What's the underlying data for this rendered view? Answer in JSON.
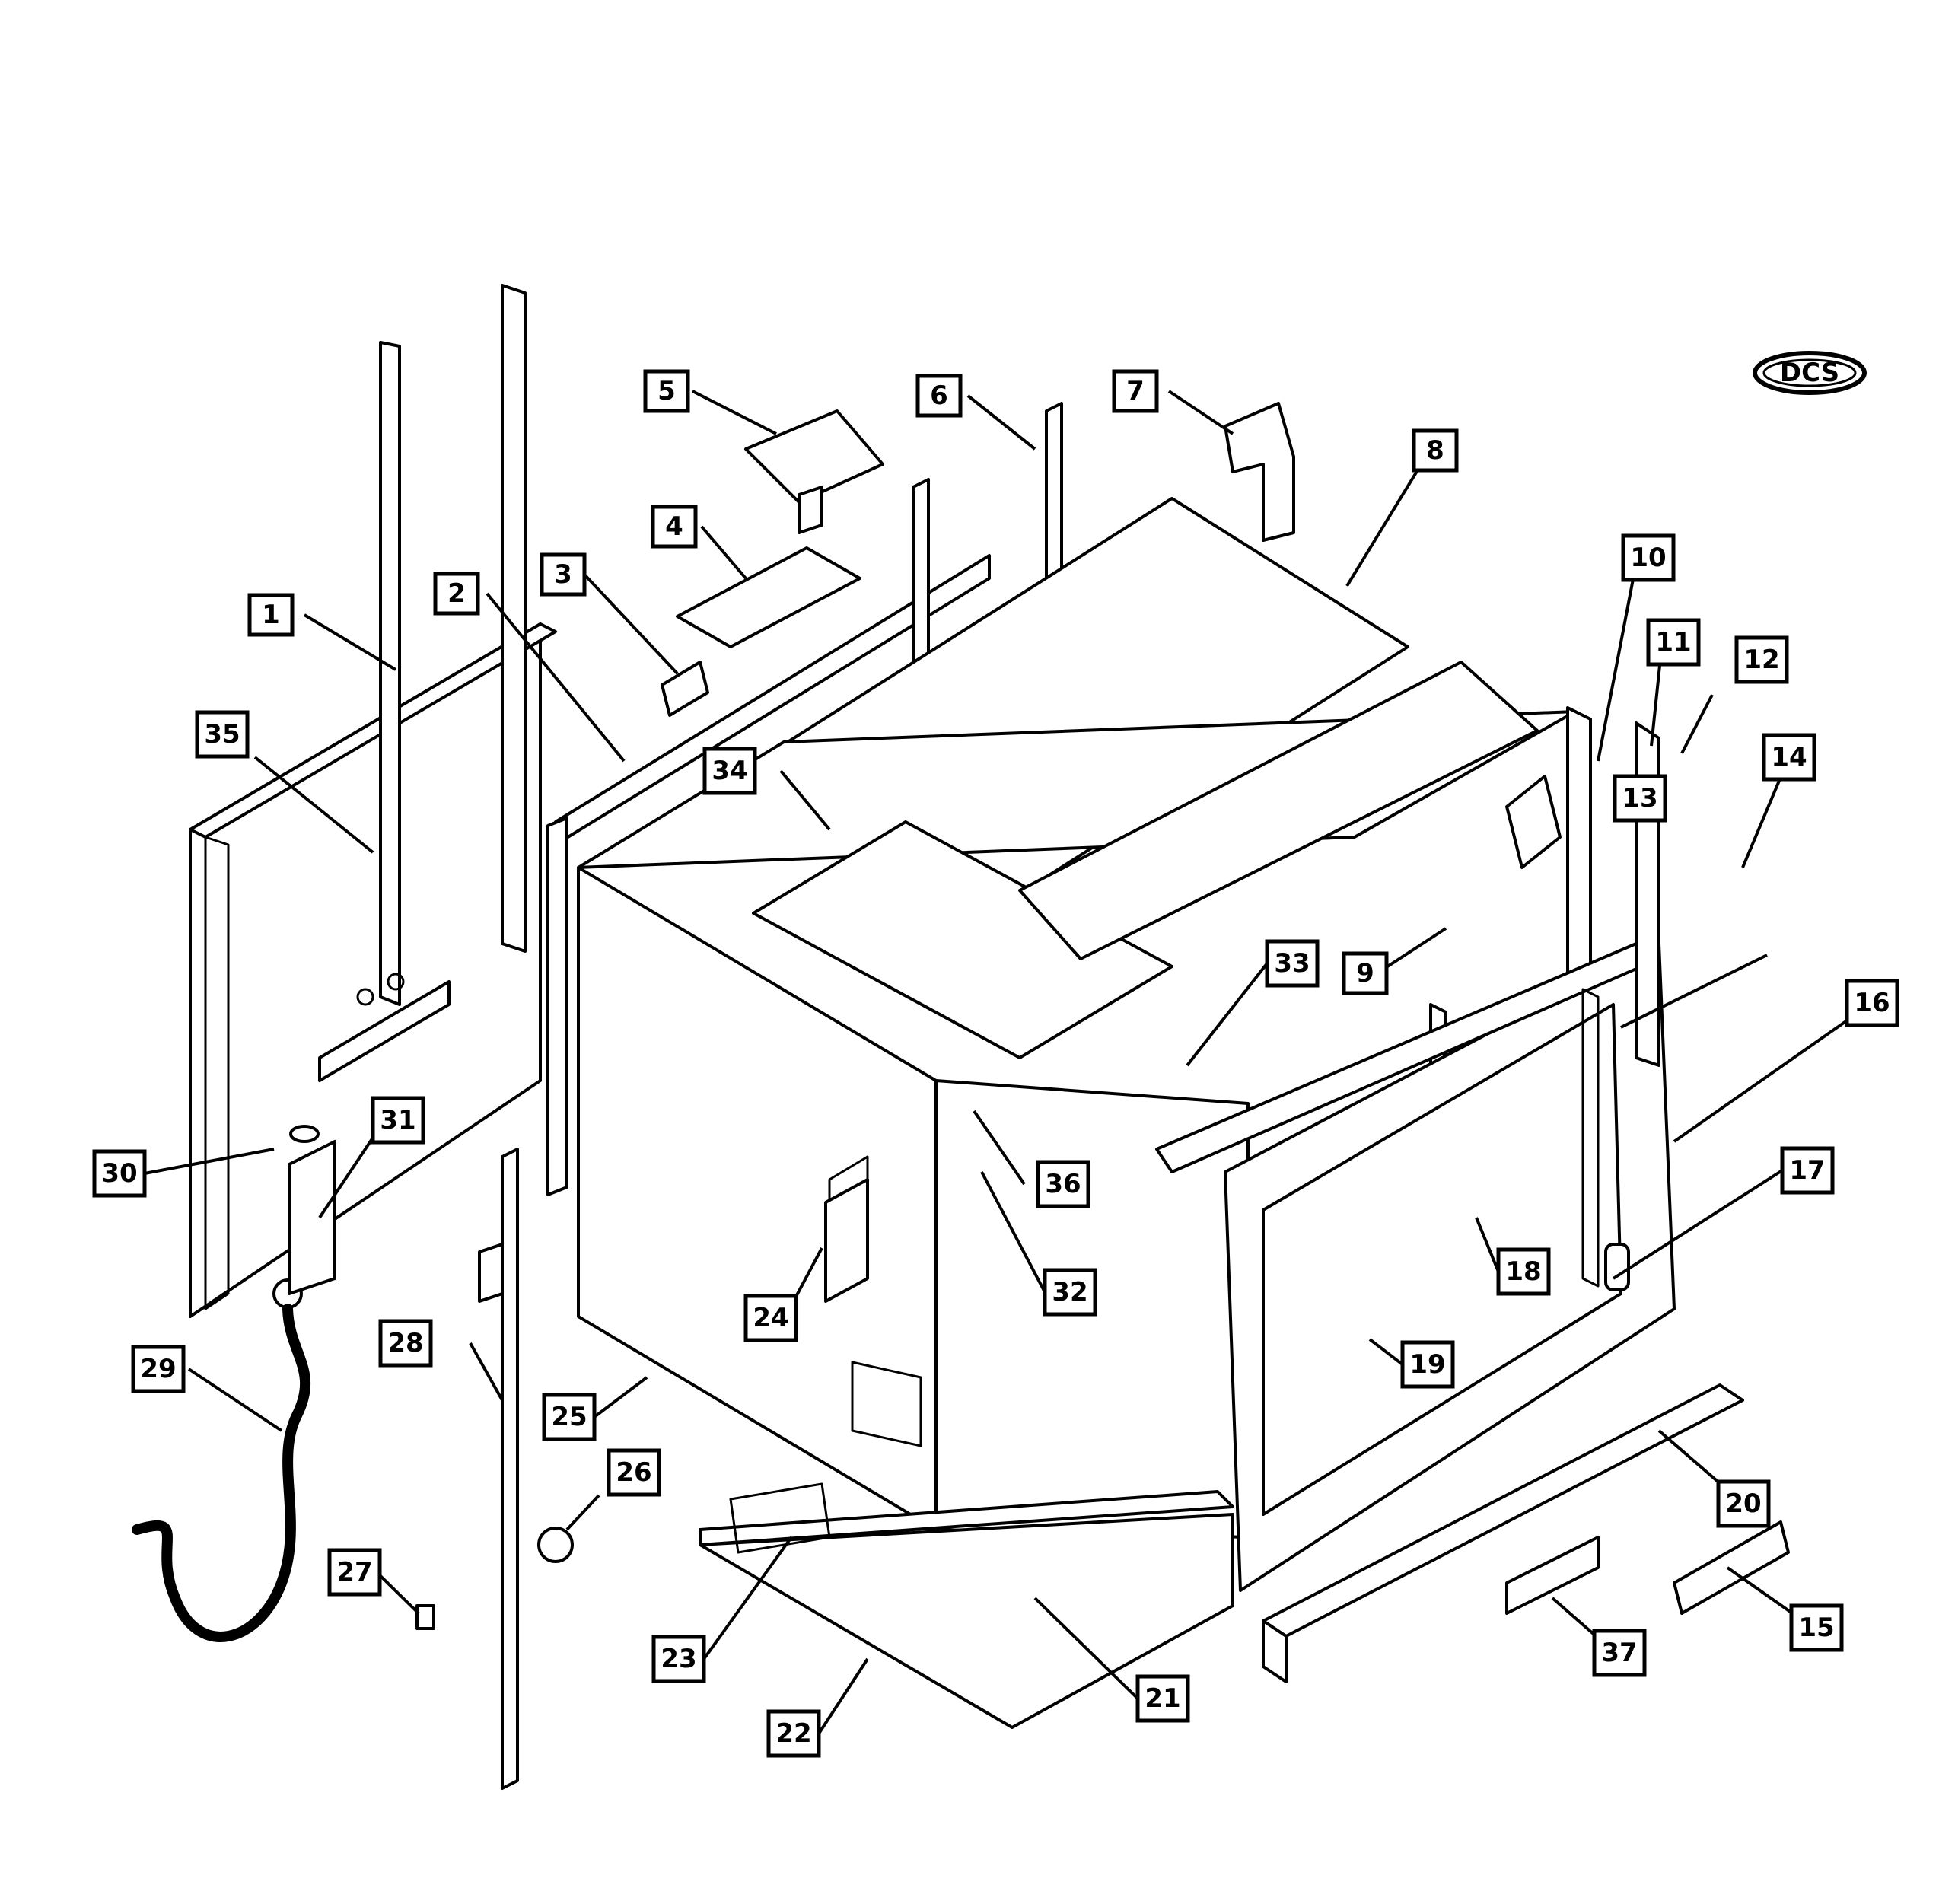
{
  "logo": {
    "text": "DCS"
  },
  "labels": [
    {
      "num": "1"
    },
    {
      "num": "2"
    },
    {
      "num": "3"
    },
    {
      "num": "4"
    },
    {
      "num": "5"
    },
    {
      "num": "6"
    },
    {
      "num": "7"
    },
    {
      "num": "8"
    },
    {
      "num": "9"
    },
    {
      "num": "10"
    },
    {
      "num": "11"
    },
    {
      "num": "12"
    },
    {
      "num": "13"
    },
    {
      "num": "14"
    },
    {
      "num": "15"
    },
    {
      "num": "16"
    },
    {
      "num": "17"
    },
    {
      "num": "18"
    },
    {
      "num": "19"
    },
    {
      "num": "20"
    },
    {
      "num": "21"
    },
    {
      "num": "22"
    },
    {
      "num": "23"
    },
    {
      "num": "24"
    },
    {
      "num": "25"
    },
    {
      "num": "26"
    },
    {
      "num": "27"
    },
    {
      "num": "28"
    },
    {
      "num": "29"
    },
    {
      "num": "30"
    },
    {
      "num": "31"
    },
    {
      "num": "32"
    },
    {
      "num": "33"
    },
    {
      "num": "34"
    },
    {
      "num": "35"
    },
    {
      "num": "36"
    },
    {
      "num": "37"
    }
  ]
}
